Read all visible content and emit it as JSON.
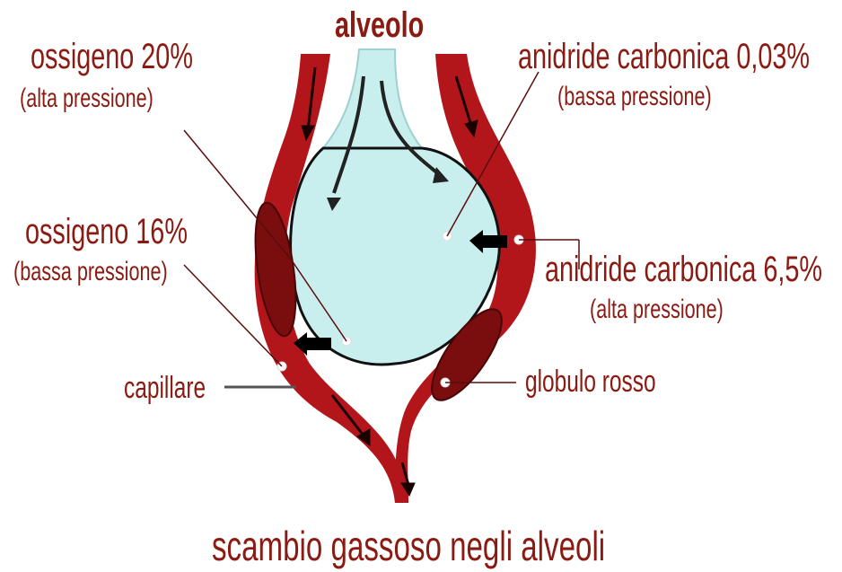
{
  "diagram": {
    "heading": "alveolo",
    "title": "scambio gassoso negli alveoli",
    "labels": {
      "oxygen_high": "ossigeno 20%",
      "oxygen_high_note": "(alta pressione)",
      "co2_low": "anidride carbonica 0,03%",
      "co2_low_note": "(bassa pressione)",
      "oxygen_low": "ossigeno 16%",
      "oxygen_low_note": "(bassa pressione)",
      "co2_high": "anidride carbonica 6,5%",
      "co2_high_note": "(alta pressione)",
      "capillary": "capillare",
      "red_cell": "globulo rosso"
    },
    "colors": {
      "blood": "#b3161a",
      "blood_dark": "#6e0b0b",
      "alveolus_fill": "#c9eeee",
      "text": "#8b1a12"
    }
  }
}
